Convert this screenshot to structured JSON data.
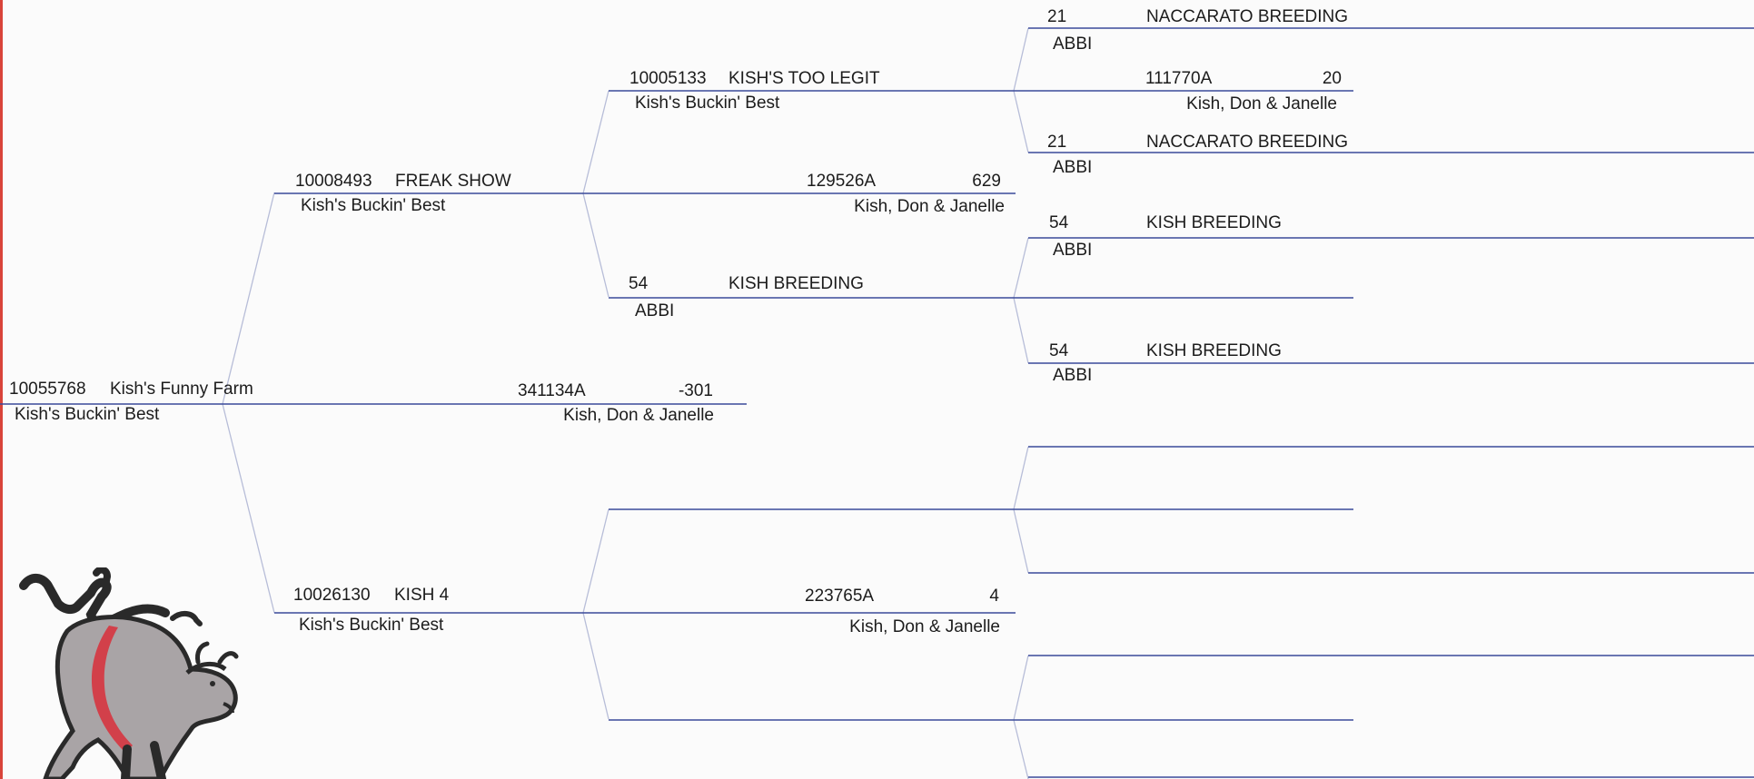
{
  "subject": {
    "reg": "10055768",
    "name": "Kish's Funny Farm",
    "breeder": "Kish's Buckin' Best",
    "tag": "341134A",
    "epd": "-301",
    "owner": "Kish, Don & Janelle"
  },
  "sire": {
    "reg": "10008493",
    "name": "FREAK SHOW",
    "breeder": "Kish's Buckin' Best",
    "tag": "129526A",
    "epd": "629",
    "owner": "Kish, Don & Janelle"
  },
  "dam": {
    "reg": "10026130",
    "name": "KISH 4",
    "breeder": "Kish's Buckin' Best",
    "tag": "223765A",
    "epd": "4",
    "owner": "Kish, Don & Janelle"
  },
  "sire_sire": {
    "reg": "10005133",
    "name": "KISH'S TOO LEGIT",
    "breeder": "Kish's Buckin' Best",
    "tag": "111770A",
    "epd": "20",
    "owner": "Kish, Don & Janelle"
  },
  "sire_dam": {
    "reg": "54",
    "name": "KISH BREEDING",
    "breeder": "ABBI"
  },
  "gen4": [
    {
      "reg": "21",
      "name": "NACCARATO BREEDING",
      "breeder": "ABBI"
    },
    {
      "reg": "21",
      "name": "NACCARATO BREEDING",
      "breeder": "ABBI"
    },
    {
      "reg": "54",
      "name": "KISH BREEDING",
      "breeder": "ABBI"
    },
    {
      "reg": "54",
      "name": "KISH BREEDING",
      "breeder": "ABBI"
    }
  ],
  "logo_icon": "bucking-bull-icon",
  "colors": {
    "line": "#3a4a9a",
    "connector": "#b7bdd8",
    "accent": "#d9443a",
    "bull_gray": "#a9a4a6",
    "bull_red": "#d2404a"
  }
}
